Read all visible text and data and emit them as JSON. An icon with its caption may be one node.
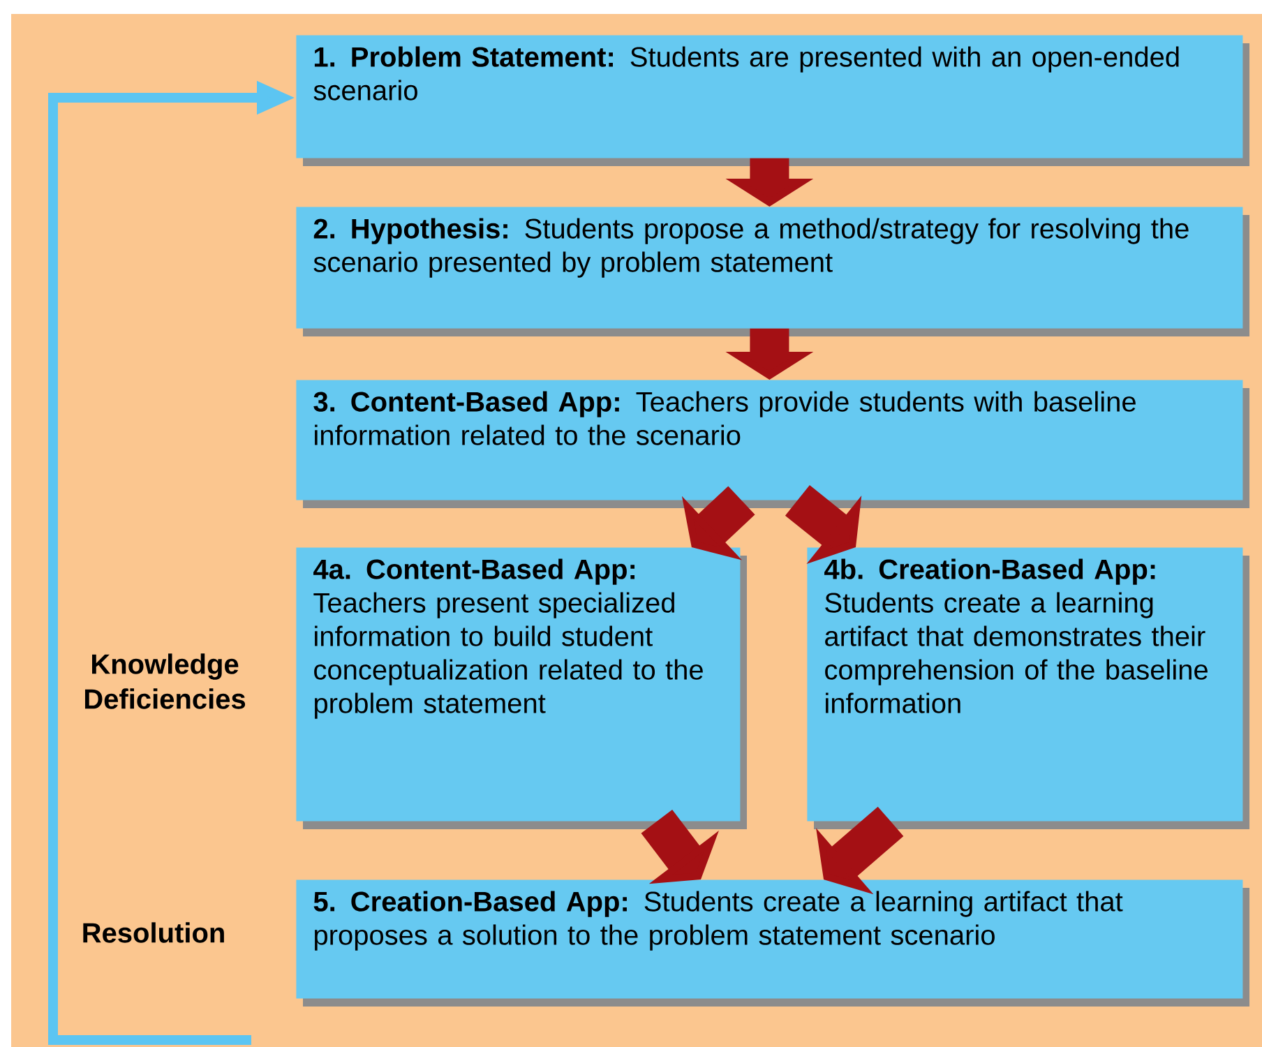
{
  "diagram": {
    "nodes": [
      {
        "text": [
          "**1. Problem Statement:** Students are presented with an open-ended scenario"
        ]
      },
      {
        "text": [
          "**2. Hypothesis:** Students propose a method/strategy for resolving the scenario presented by problem statement"
        ]
      },
      {
        "text": [
          "**3. Content-Based App:** Teachers provide students with baseline information related to the scenario"
        ]
      },
      {
        "text": [
          "**4a. Content-Based App:** Teachers present specialized information to build student conceptualization related to the problem statement"
        ]
      },
      {
        "text": [
          "**4b. Creation-Based App:** Students create a learning artifact that demonstrates their comprehension of the baseline information"
        ]
      },
      {
        "text": [
          "**5. Creation-Based App:** Students create a learning artifact that proposes a solution to the problem statement scenario"
        ]
      }
    ],
    "edges": [
      {
        "from": 0,
        "to": 1,
        "arrow": "to"
      },
      {
        "from": 1,
        "to": 2,
        "arrow": "to"
      },
      {
        "from": 2,
        "to": 3,
        "arrow": "to"
      },
      {
        "from": 2,
        "to": 4,
        "arrow": "to"
      },
      {
        "from": 3,
        "to": 5,
        "arrow": "to"
      },
      {
        "from": 4,
        "to": 5,
        "arrow": "to"
      },
      {
        "from": null,
        "to": 0,
        "arrow": "to",
        "color": "#5cc5f2"
      }
    ],
    "labels": [
      "Knowledge Deficiencies",
      "Resolution"
    ]
  }
}
